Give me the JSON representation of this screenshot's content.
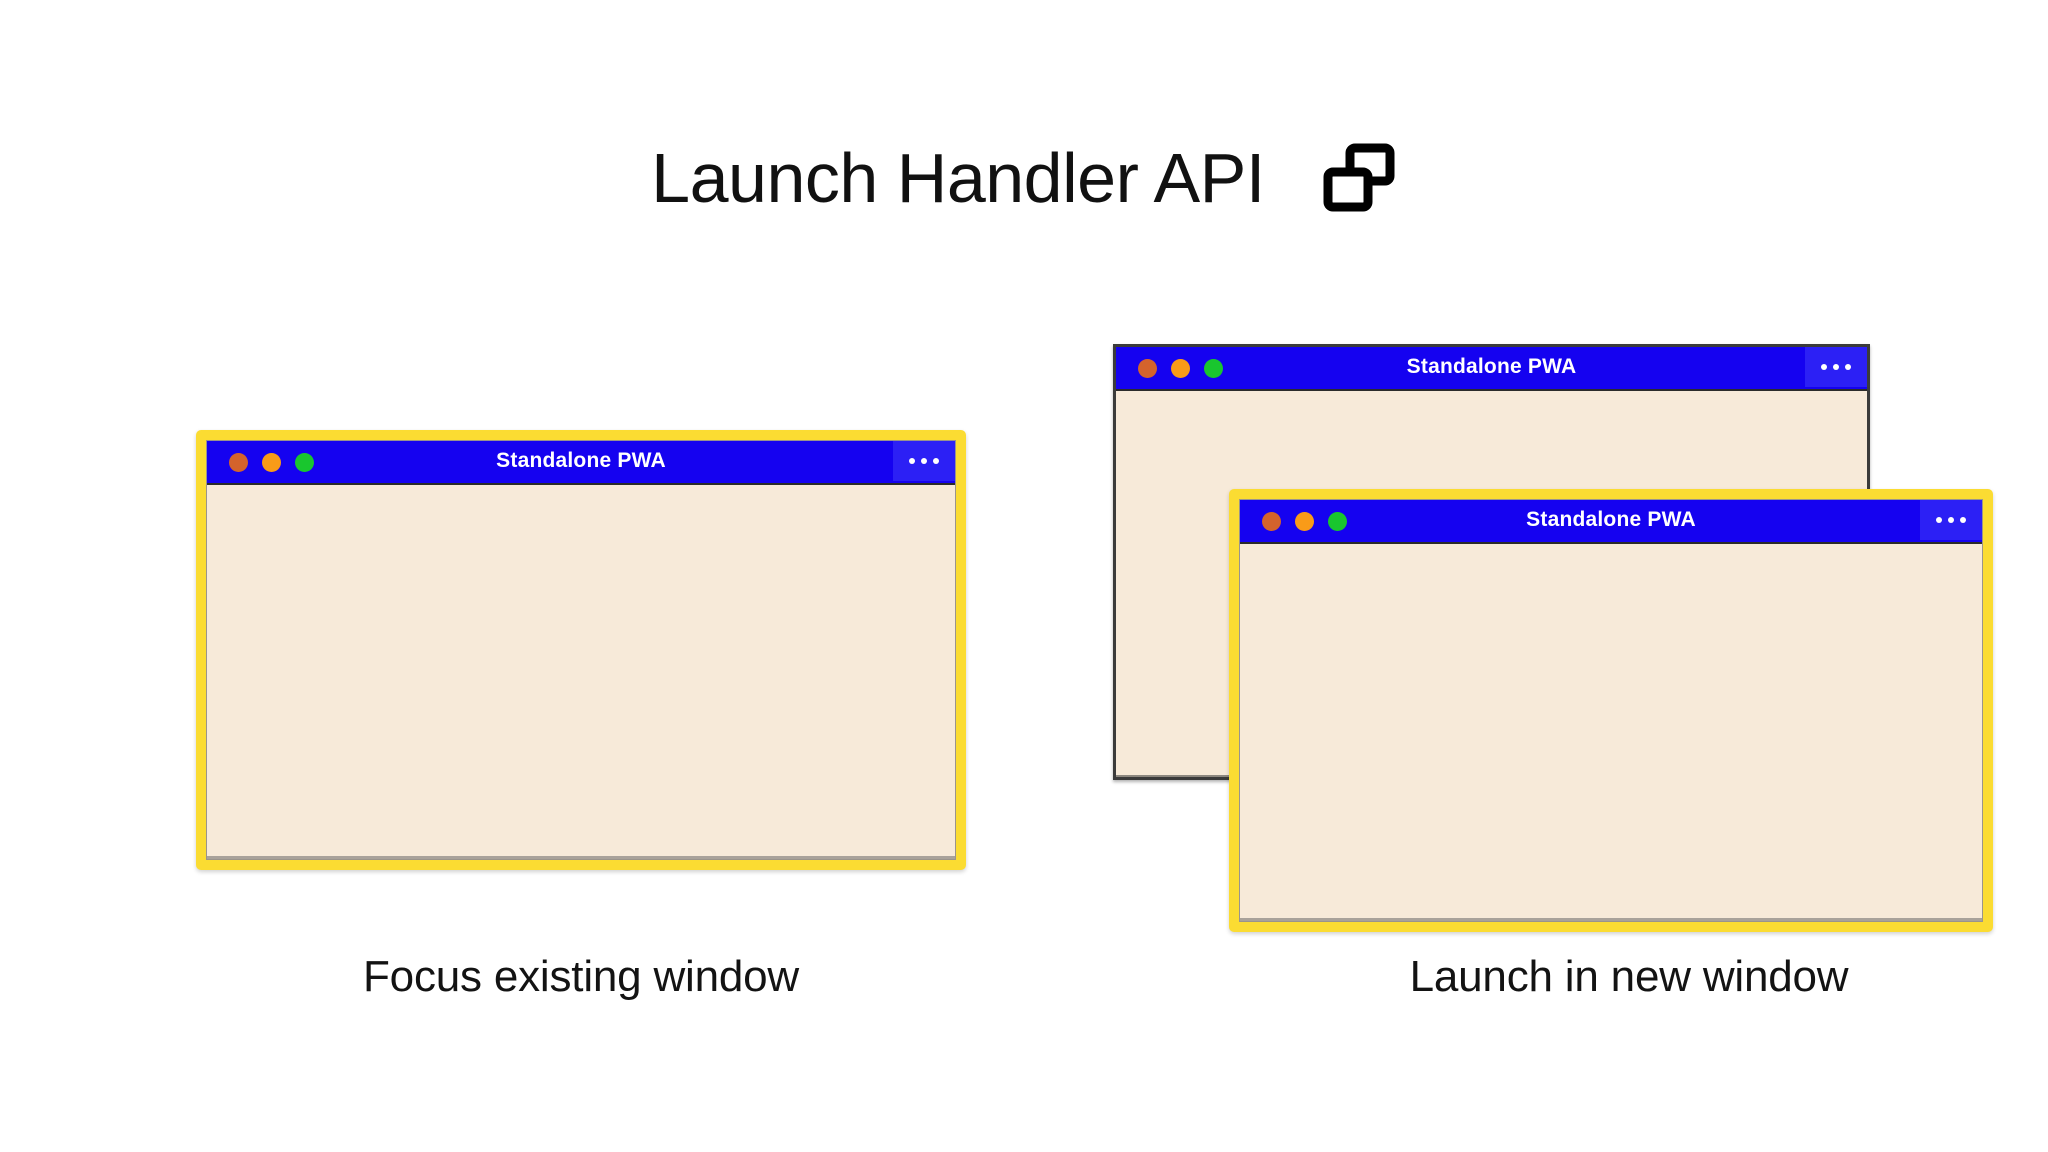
{
  "header": {
    "title": "Launch Handler API",
    "icon": "multiple-windows-icon"
  },
  "theme": {
    "page_background": "#ffffff",
    "title_bar_blue": "#1502f0",
    "menu_panel_blue": "#2c20f5",
    "window_body_cream": "#f7ead9",
    "focus_highlight_yellow": "#fbdc32",
    "window_border_gray": "#3b3b3b",
    "text_color": "#131313",
    "dot_red": "#d4632c",
    "dot_amber": "#f99b18",
    "dot_green": "#19c62e"
  },
  "scenarios": [
    {
      "id": "focus-existing-window",
      "caption": "Focus existing window",
      "windows": [
        {
          "id": "left-window",
          "title": "Standalone PWA",
          "focused": true,
          "menu_label": "...",
          "traffic_lights": [
            "close",
            "minimize",
            "maximize"
          ]
        }
      ]
    },
    {
      "id": "launch-in-new-window",
      "caption": "Launch in new window",
      "windows": [
        {
          "id": "right-back-window",
          "title": "Standalone PWA",
          "focused": false,
          "menu_label": "...",
          "traffic_lights": [
            "close",
            "minimize",
            "maximize"
          ]
        },
        {
          "id": "right-front-window",
          "title": "Standalone PWA",
          "focused": true,
          "menu_label": "...",
          "traffic_lights": [
            "close",
            "minimize",
            "maximize"
          ]
        }
      ]
    }
  ]
}
